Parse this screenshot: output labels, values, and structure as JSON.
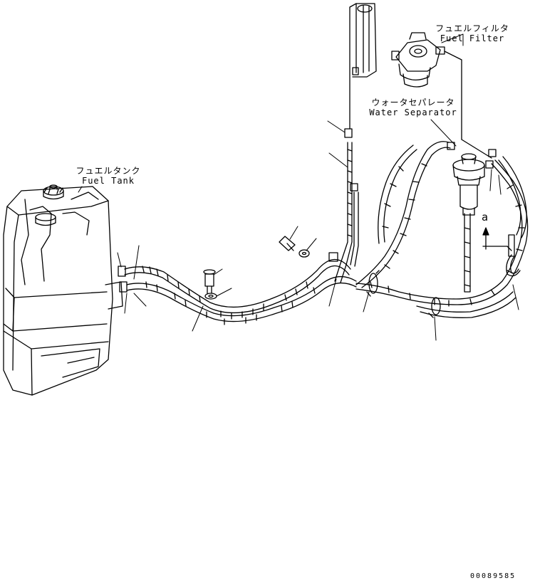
{
  "labels": {
    "fuel_filter_jp": "フュエルフィルタ",
    "fuel_filter_en": "Fuel Filter",
    "water_separator_jp": "ウォータセパレータ",
    "water_separator_en": "Water Separator",
    "fuel_tank_jp": "フュエルタンク",
    "fuel_tank_en": "Fuel Tank"
  },
  "view_marker": "a",
  "drawing_number": "00089585",
  "colors": {
    "line": "#000000",
    "background": "#ffffff"
  }
}
